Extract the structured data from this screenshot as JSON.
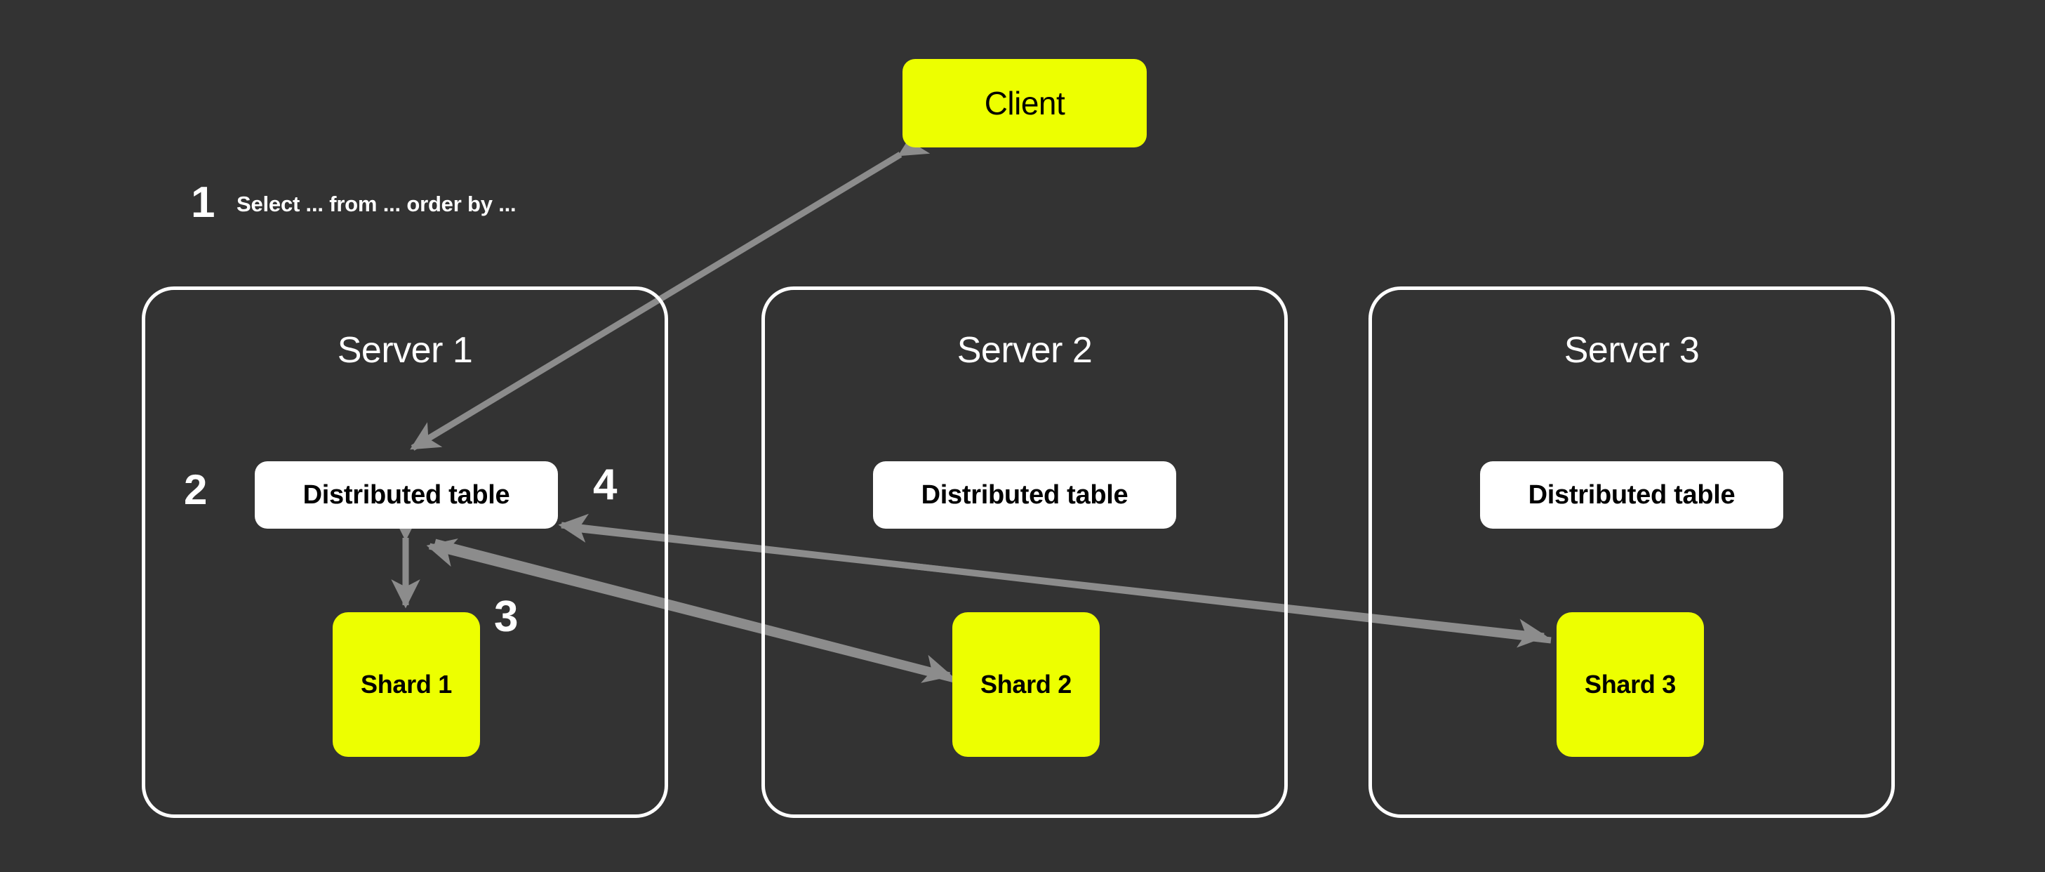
{
  "diagram": {
    "title": "Distributed table query flow across sharded servers",
    "background_color": "#333333",
    "accent_color": "#EDFF00",
    "border_color": "#FFFFFF",
    "arrow_color": "#8C8C8C"
  },
  "client": {
    "label": "Client"
  },
  "steps": [
    {
      "number": "1",
      "text": "Select ... from ... order by ..."
    },
    {
      "number": "2",
      "text": ""
    },
    {
      "number": "3",
      "text": ""
    },
    {
      "number": "4",
      "text": ""
    }
  ],
  "query_text": "Select ... from ... order by ...",
  "servers": [
    {
      "title": "Server 1",
      "distributed_table": "Distributed table",
      "shard": "Shard 1"
    },
    {
      "title": "Server 2",
      "distributed_table": "Distributed table",
      "shard": "Shard 2"
    },
    {
      "title": "Server 3",
      "distributed_table": "Distributed table",
      "shard": "Shard 3"
    }
  ]
}
